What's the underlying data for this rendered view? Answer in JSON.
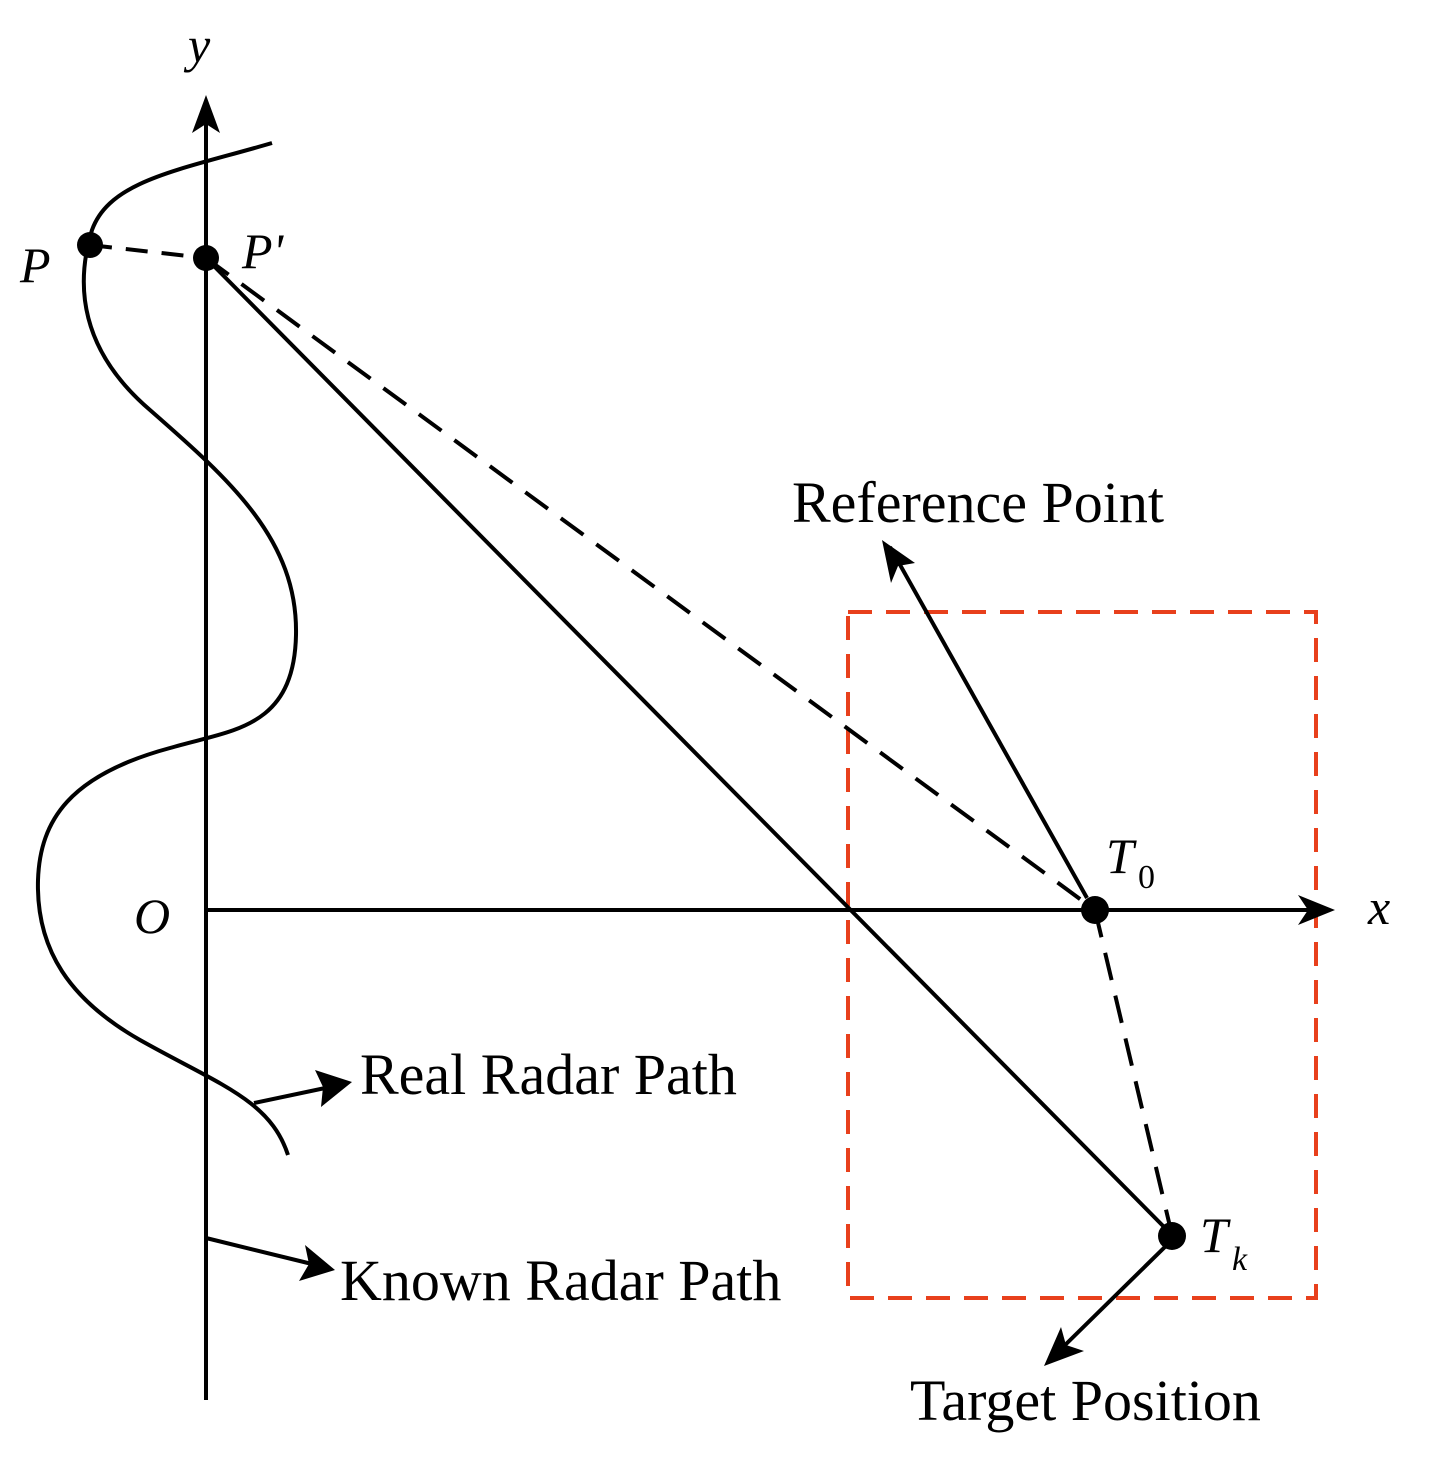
{
  "axes": {
    "x_label": "x",
    "y_label": "y",
    "origin_label": "O"
  },
  "points": {
    "P": {
      "label": "P"
    },
    "P_prime": {
      "label": "P'"
    },
    "T0": {
      "label": "T",
      "subscript": "0"
    },
    "Tk": {
      "label": "T",
      "subscript": "k"
    }
  },
  "annotations": {
    "reference_point": "Reference Point",
    "real_radar_path": "Real Radar Path",
    "known_radar_path": "Known Radar Path",
    "target_position": "Target Position"
  },
  "colors": {
    "line": "#000000",
    "box": "#e8401c"
  }
}
